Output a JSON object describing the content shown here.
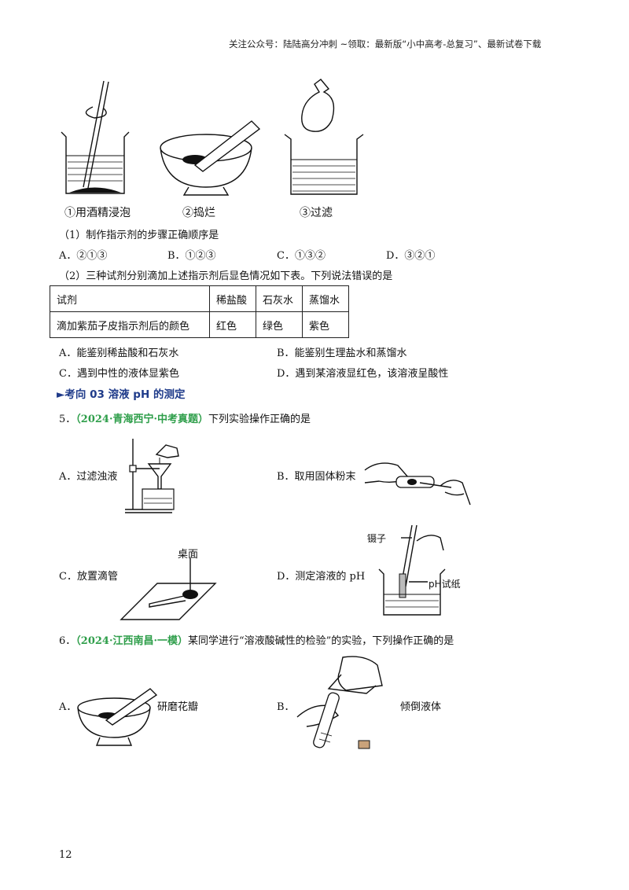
{
  "header": {
    "text": "关注公众号：陆陆高分冲刺  ~领取：最新版“小中高考-总复习”、最新试卷下载"
  },
  "figures_top": {
    "fig1_caption": "①用酒精浸泡",
    "fig2_caption": "②捣烂",
    "fig3_caption": "③过滤"
  },
  "q1": {
    "stem": "（1）制作指示剂的步骤正确顺序是",
    "options": [
      "A．②①③",
      "B．①②③",
      "C．①③②",
      "D．③②①"
    ]
  },
  "q2": {
    "stem": "（2）三种试剂分别滴加上述指示剂后显色情况如下表。下列说法错误的是",
    "table": {
      "header": [
        "试剂",
        "稀盐酸",
        "石灰水",
        "蒸馏水"
      ],
      "row": [
        "滴加紫茄子皮指示剂后的颜色",
        "红色",
        "绿色",
        "紫色"
      ]
    },
    "options": [
      "A．能鉴别稀盐酸和石灰水",
      "B．能鉴别生理盐水和蒸馏水",
      "C．遇到中性的液体显紫色",
      "D．遇到某溶液显红色，该溶液呈酸性"
    ]
  },
  "section": {
    "marker": "►",
    "title": "考向 03  溶液 pH 的测定"
  },
  "q5": {
    "num": "5．",
    "source": "（2024·青海西宁·中考真题）",
    "stem": "下列实验操作正确的是",
    "options": [
      "A．过滤浊液",
      "B．取用固体粉末",
      "C．放置滴管",
      "D．测定溶液的 pH"
    ],
    "labels": {
      "desk": "桌面",
      "tweezers": "镊子",
      "ph_paper": "pH试纸"
    }
  },
  "q6": {
    "num": "6．",
    "source": "（2024·江西南昌·一模）",
    "stem": "某同学进行“溶液酸碱性的检验”的实验，下列操作正确的是",
    "options": [
      "A．",
      "B．"
    ],
    "labels": {
      "grind": "研磨花瓣",
      "pour": "倾倒液体"
    }
  },
  "footer": {
    "page_number": "12"
  }
}
